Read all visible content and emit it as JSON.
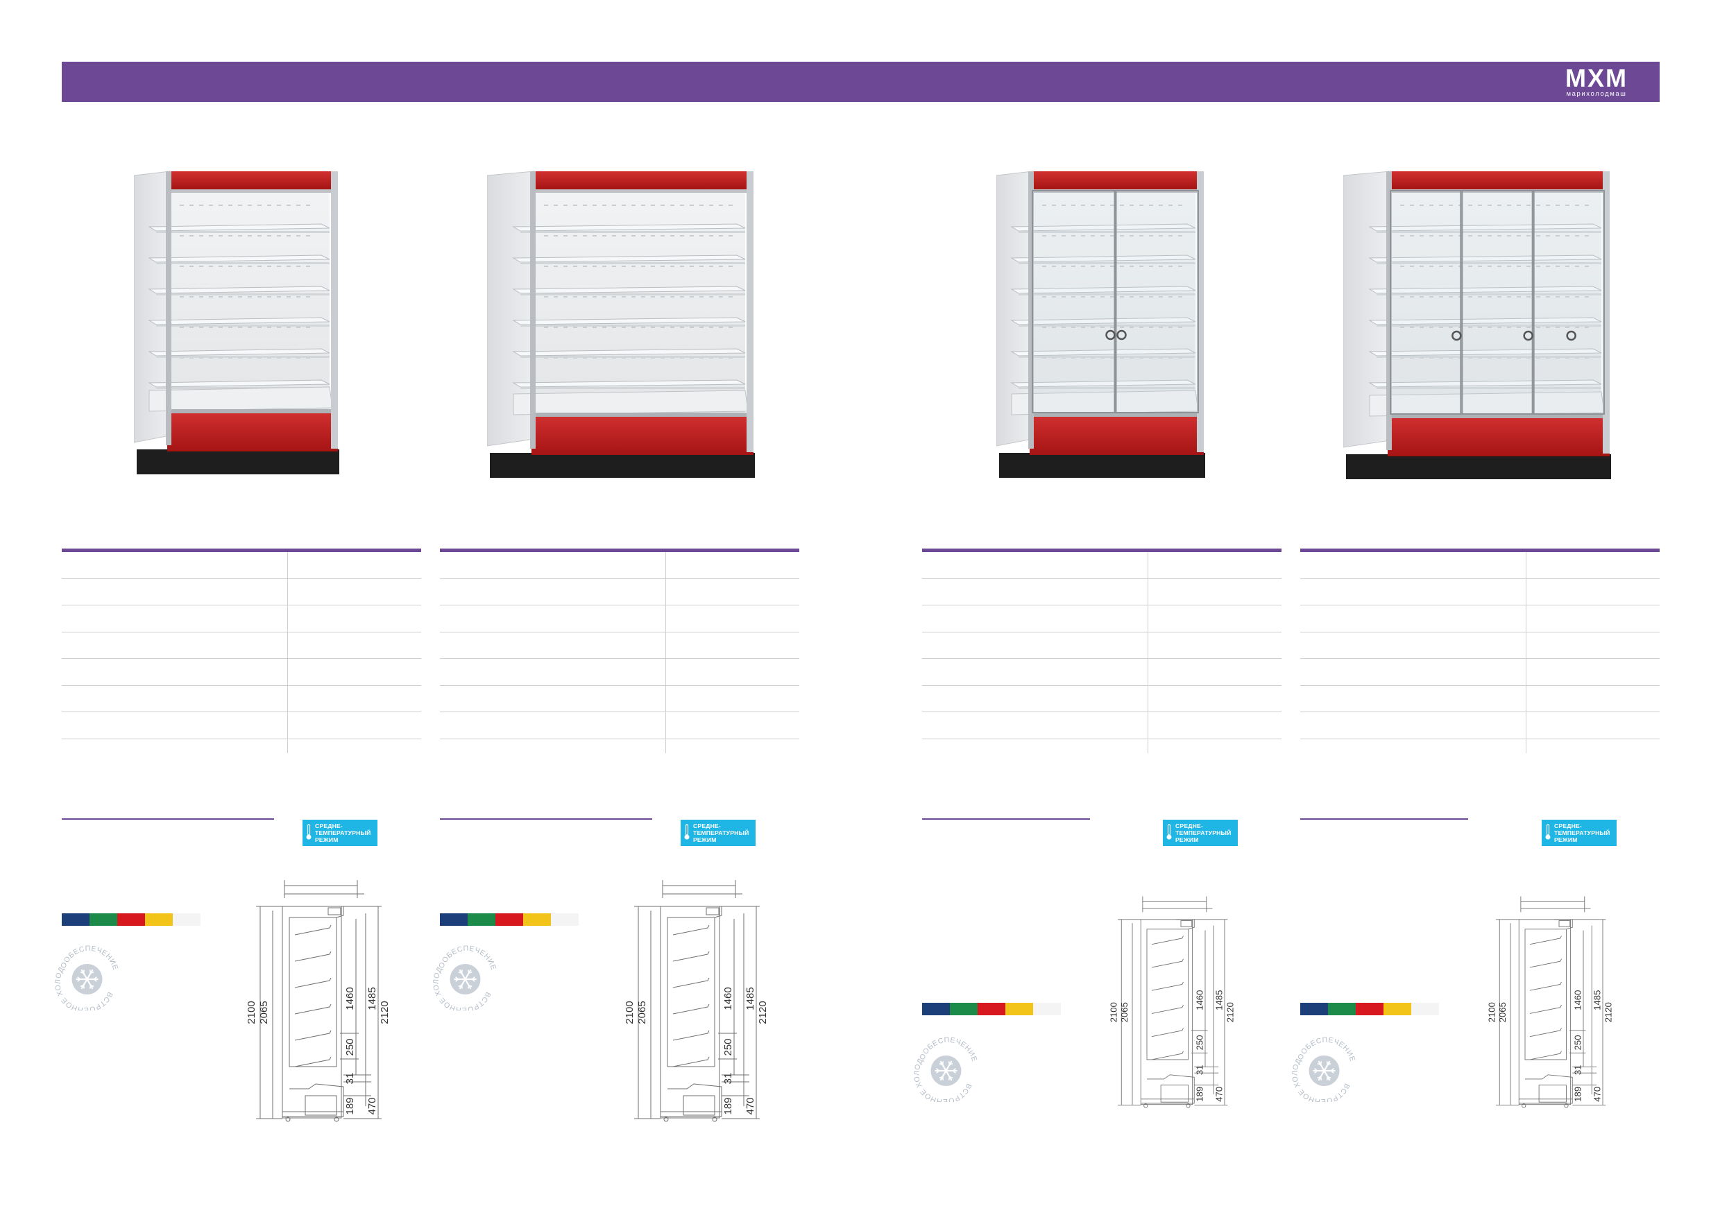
{
  "header": {
    "brand_mark": "МХМ",
    "brand_sub": "марихолодмаш",
    "bar_color": "#6c4895"
  },
  "badge": {
    "lines": [
      "СРЕДНЕ-",
      "ТЕМПЕРАТУРНЫЙ",
      "РЕЖИМ"
    ],
    "color": "#1fb5e4",
    "icon": "thermometer-icon"
  },
  "cooling_seal": {
    "text": "ВСТРОЕННОЕ ХОЛОДООБЕСПЕЧЕНИЕ",
    "icon": "snowflake-icon"
  },
  "color_swatches": [
    "#1c3f7a",
    "#1c8b4a",
    "#d7191f",
    "#f2c318",
    "#f4f4f4"
  ],
  "accent_color": "#c81a1a",
  "dimensions": {
    "overall_height": "2100",
    "inner_height": "2065",
    "display_height": "1460",
    "opening_height": "1485",
    "total_height": "2120",
    "shelf_pitch": "250",
    "gap": "31",
    "base_height": "189",
    "base_depth": "470"
  }
}
